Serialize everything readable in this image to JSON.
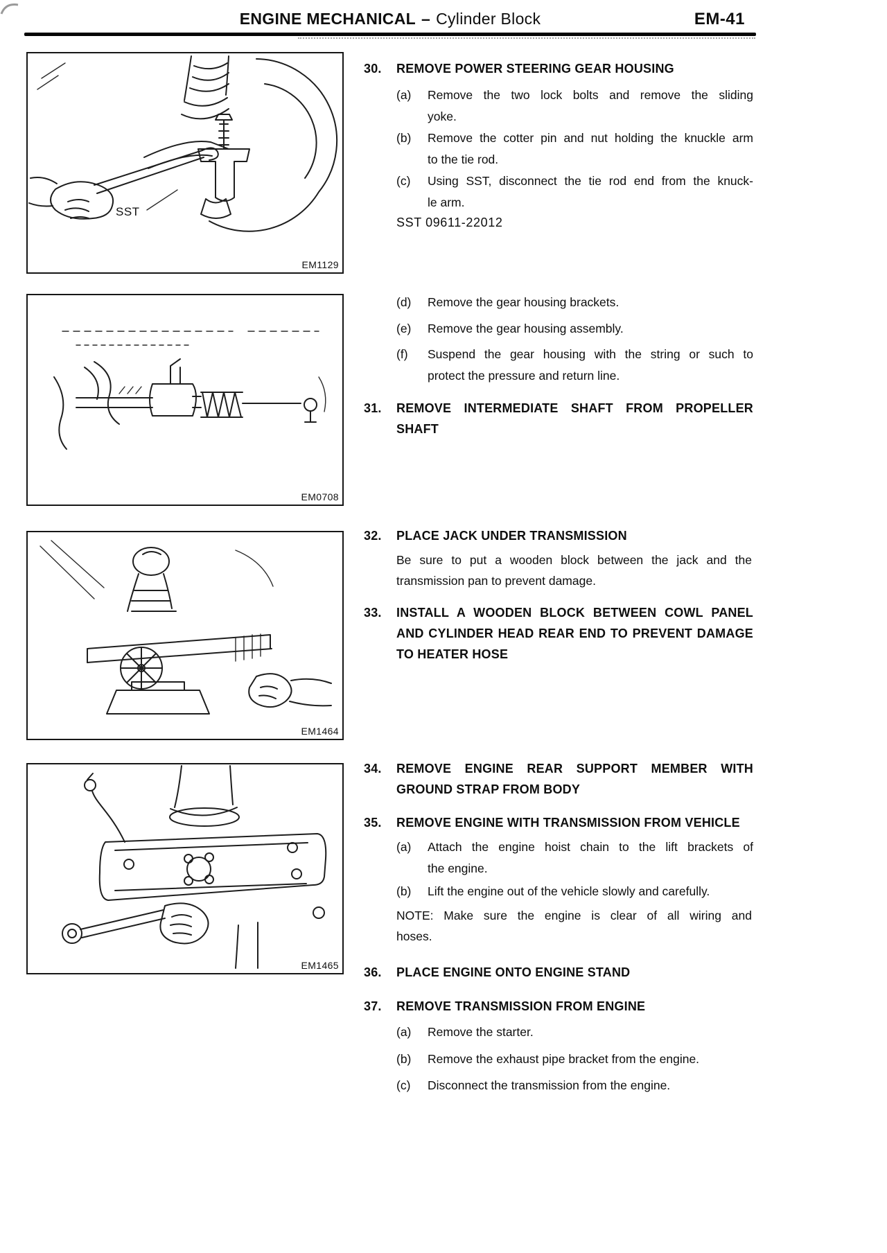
{
  "header": {
    "section_title": "ENGINE MECHANICAL",
    "divider": "–",
    "subsection_title": "Cylinder Block",
    "page_code": "EM-41"
  },
  "figures": [
    {
      "code": "EM1129",
      "callout": "SST"
    },
    {
      "code": "EM0708"
    },
    {
      "code": "EM1464"
    },
    {
      "code": "EM1465"
    }
  ],
  "steps": [
    {
      "number": "30.",
      "title_lines": [
        "REMOVE POWER STEERING GEAR HOUSING"
      ],
      "substeps": [
        {
          "label": "(a)",
          "lines": [
            "Remove the two lock bolts and remove the sliding",
            "yoke."
          ]
        },
        {
          "label": "(b)",
          "lines": [
            "Remove the cotter pin and nut holding the knuckle arm",
            "to the tie rod."
          ]
        },
        {
          "label": "(c)",
          "lines": [
            "Using SST, disconnect the tie rod end from the knuck-",
            "le arm."
          ]
        },
        {
          "label": "(d)",
          "lines": [
            "Remove the gear housing brackets."
          ]
        },
        {
          "label": "(e)",
          "lines": [
            "Remove the gear housing assembly."
          ]
        },
        {
          "label": "(f)",
          "lines": [
            "Suspend the gear housing with the string or such to",
            "protect the pressure and return line."
          ]
        }
      ],
      "tool_note": "SST 09611-22012"
    },
    {
      "number": "31.",
      "title_lines": [
        "REMOVE INTERMEDIATE SHAFT FROM PROPELLER",
        "SHAFT"
      ]
    },
    {
      "number": "32.",
      "title_lines": [
        "PLACE JACK UNDER TRANSMISSION"
      ],
      "body_lines": [
        "Be sure to put a wooden block between the jack and the",
        "transmission pan to prevent damage."
      ]
    },
    {
      "number": "33.",
      "title_lines": [
        "INSTALL A WOODEN BLOCK BETWEEN COWL PANEL",
        "AND CYLINDER HEAD REAR END TO PREVENT DAMAGE",
        "TO HEATER HOSE"
      ]
    },
    {
      "number": "34.",
      "title_lines": [
        "REMOVE ENGINE REAR SUPPORT MEMBER WITH",
        "GROUND STRAP FROM BODY"
      ]
    },
    {
      "number": "35.",
      "title_lines": [
        "REMOVE ENGINE WITH TRANSMISSION FROM VEHICLE"
      ],
      "substeps": [
        {
          "label": "(a)",
          "lines": [
            "Attach the engine hoist chain to the lift brackets of",
            "the engine."
          ]
        },
        {
          "label": "(b)",
          "lines": [
            "Lift the engine out of the vehicle slowly and carefully."
          ]
        }
      ],
      "note_lines": [
        "NOTE: Make sure the engine is clear of all wiring and",
        "hoses."
      ]
    },
    {
      "number": "36.",
      "title_lines": [
        "PLACE ENGINE ONTO ENGINE STAND"
      ]
    },
    {
      "number": "37.",
      "title_lines": [
        "REMOVE TRANSMISSION FROM ENGINE"
      ],
      "substeps": [
        {
          "label": "(a)",
          "lines": [
            "Remove the starter."
          ]
        },
        {
          "label": "(b)",
          "lines": [
            "Remove the exhaust pipe bracket from the engine."
          ]
        },
        {
          "label": "(c)",
          "lines": [
            "Disconnect the transmission from the engine."
          ]
        }
      ]
    }
  ]
}
